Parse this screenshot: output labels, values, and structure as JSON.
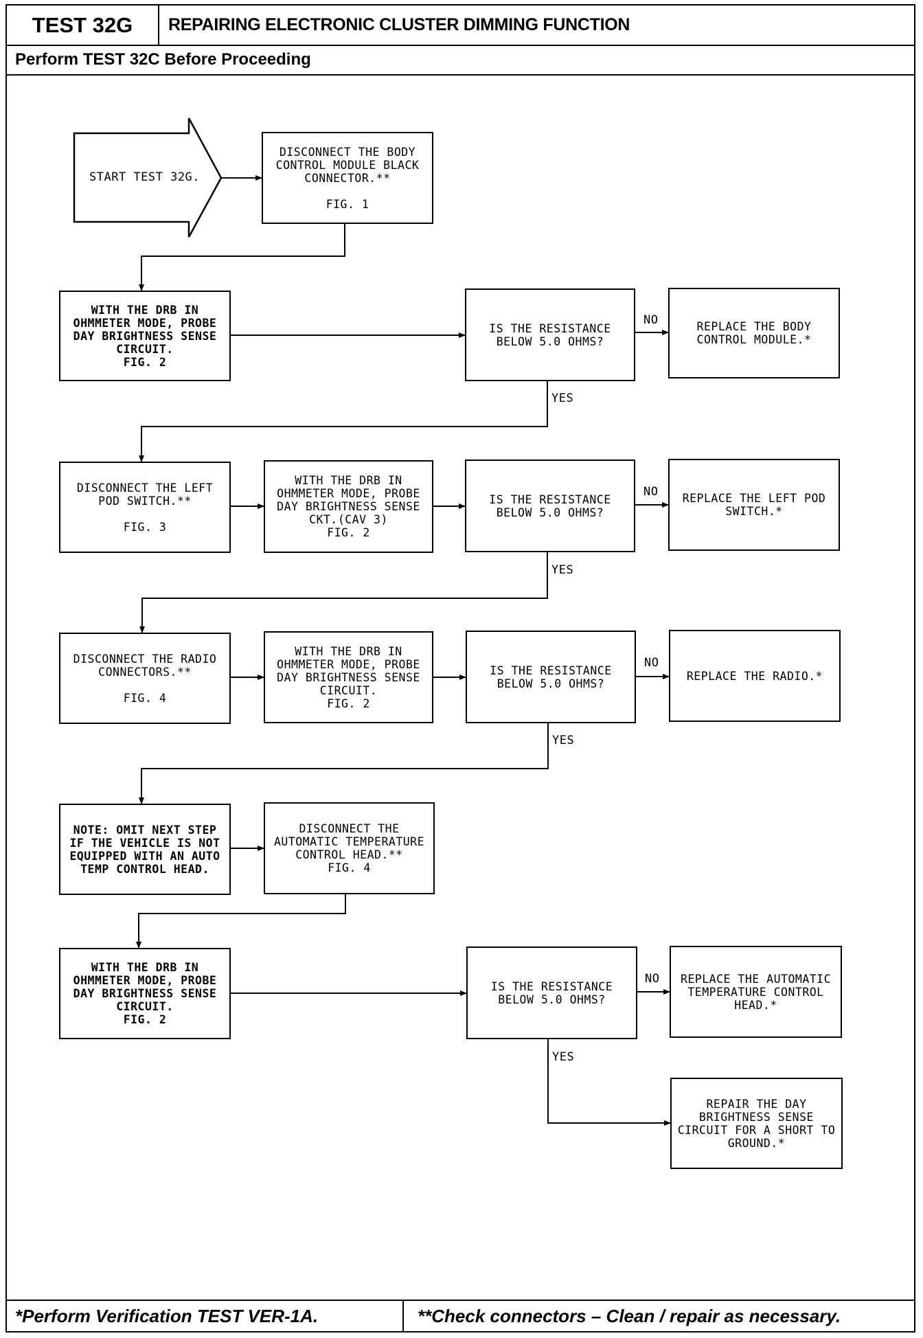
{
  "header": {
    "test_id": "TEST 32G",
    "title": "REPAIRING ELECTRONIC CLUSTER DIMMING FUNCTION",
    "prerequisite": "Perform TEST 32C Before Proceeding"
  },
  "flow": {
    "start": "START TEST 32G.",
    "step1": {
      "text": "DISCONNECT THE BODY CONTROL MODULE BLACK CONNECTOR.**",
      "fig": "FIG. 1"
    },
    "row1": {
      "probe": {
        "text": "WITH THE DRB IN OHMMETER MODE, PROBE DAY BRIGHTNESS SENSE CIRCUIT.",
        "fig": "FIG. 2"
      },
      "question": "IS THE RESISTANCE BELOW 5.0 OHMS?",
      "no_label": "NO",
      "yes_label": "YES",
      "result": "REPLACE THE BODY CONTROL MODULE.*"
    },
    "row2": {
      "disconnect": {
        "text": "DISCONNECT THE LEFT POD SWITCH.**",
        "fig": "FIG. 3"
      },
      "probe": {
        "text": "WITH THE DRB IN OHMMETER MODE, PROBE DAY BRIGHTNESS SENSE CKT.(CAV 3)",
        "fig": "FIG. 2"
      },
      "question": "IS THE RESISTANCE BELOW 5.0 OHMS?",
      "no_label": "NO",
      "yes_label": "YES",
      "result": "REPLACE THE LEFT POD SWITCH.*"
    },
    "row3": {
      "disconnect": {
        "text": "DISCONNECT THE RADIO CONNECTORS.**",
        "fig": "FIG. 4"
      },
      "probe": {
        "text": "WITH THE DRB IN OHMMETER MODE, PROBE DAY BRIGHTNESS SENSE CIRCUIT.",
        "fig": "FIG. 2"
      },
      "question": "IS THE RESISTANCE BELOW 5.0 OHMS?",
      "no_label": "NO",
      "yes_label": "YES",
      "result": "REPLACE THE RADIO.*"
    },
    "row4": {
      "note": "NOTE: OMIT NEXT STEP IF THE VEHICLE IS NOT EQUIPPED WITH AN AUTO TEMP CONTROL HEAD.",
      "disconnect": {
        "text": "DISCONNECT THE AUTOMATIC TEMPERATURE CONTROL HEAD.**",
        "fig": "FIG. 4"
      }
    },
    "row5": {
      "probe": {
        "text": "WITH THE DRB IN OHMMETER MODE, PROBE DAY BRIGHTNESS SENSE CIRCUIT.",
        "fig": "FIG. 2"
      },
      "question": "IS THE RESISTANCE BELOW 5.0 OHMS?",
      "no_label": "NO",
      "yes_label": "YES",
      "result_no": "REPLACE THE AUTOMATIC TEMPERATURE CONTROL HEAD.*",
      "result_yes": "REPAIR THE DAY BRIGHTNESS SENSE CIRCUIT FOR A SHORT TO GROUND.*"
    }
  },
  "footer": {
    "left": "*Perform Verification TEST VER-1A.",
    "right": "**Check connectors – Clean / repair as necessary."
  }
}
